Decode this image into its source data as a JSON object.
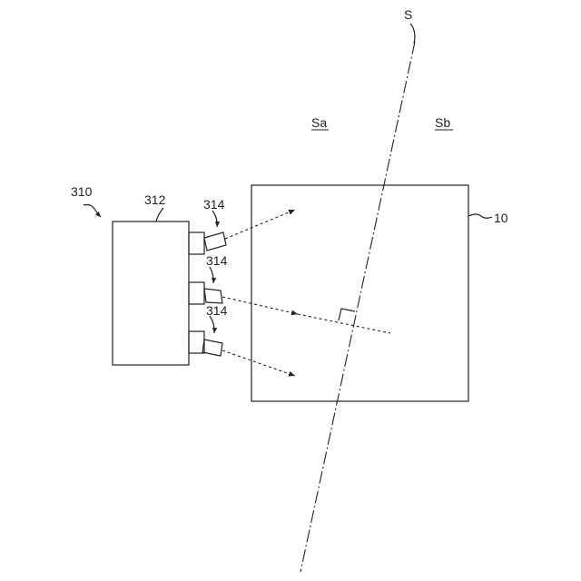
{
  "labels": {
    "device": "310",
    "body": "312",
    "emitter_top": "314",
    "emitter_mid": "314",
    "emitter_bot": "314",
    "target": "10",
    "plane": "S",
    "side_a": "Sa",
    "side_b": "Sb"
  },
  "colors": {
    "line": "#222222",
    "background": "#ffffff"
  }
}
